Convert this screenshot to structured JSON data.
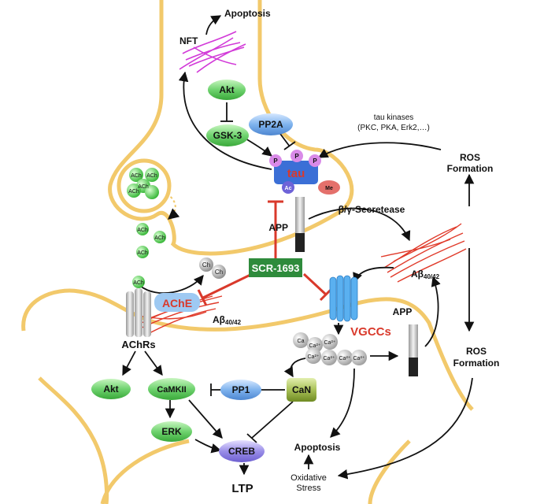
{
  "labels": {
    "apoptosis_top": "Apoptosis",
    "nft": "NFT",
    "akt_top": "Akt",
    "gsk3": "GSK-3",
    "pp2a": "PP2A",
    "tau_kinases_1": "tau kinases",
    "tau_kinases_2": "(PKC, PKA, Erk2,…)",
    "ros1_a": "ROS",
    "ros1_b": "Formation",
    "tau": "tau",
    "p": "P",
    "ac": "Ac",
    "me": "Me",
    "bg_secretase": "β/γ-Secretease",
    "ach": "ACh",
    "app_top": "APP",
    "ch": "Ch",
    "scr": "SCR-1693",
    "abeta_right": "Aβ",
    "abeta_right_sub": "40/42",
    "ache": "AChE",
    "abeta_left": "Aβ",
    "abeta_left_sub": "40/42",
    "vgccs": "VGCCs",
    "app_mid": "APP",
    "ca": "Ca",
    "ca2": "Ca²⁺",
    "achrs": "AChRs",
    "ros2_a": "ROS",
    "ros2_b": "Formation",
    "akt_bottom": "Akt",
    "camkii": "CaMKII",
    "pp1": "PP1",
    "can": "CaN",
    "erk": "ERK",
    "creb": "CREB",
    "ltp": "LTP",
    "apoptosis_bottom": "Apoptosis",
    "oxidative_a": "Oxidative",
    "oxidative_b": "Stress"
  },
  "colors": {
    "membrane": "#f2c96b",
    "green_pill": "#6fd36f",
    "blue_pill": "#7fb3ee",
    "tau_blue": "#3b6fd6",
    "phospho": "#d98ae8",
    "methyl": "#e4706b",
    "scr_green": "#2e8b3c",
    "inhibit_red": "#d9392b",
    "fibril_red": "#e03a2a",
    "nft_magenta": "#d23ad8",
    "creb_purple": "#9a8ee8",
    "can_olive": "#8aa23a"
  }
}
